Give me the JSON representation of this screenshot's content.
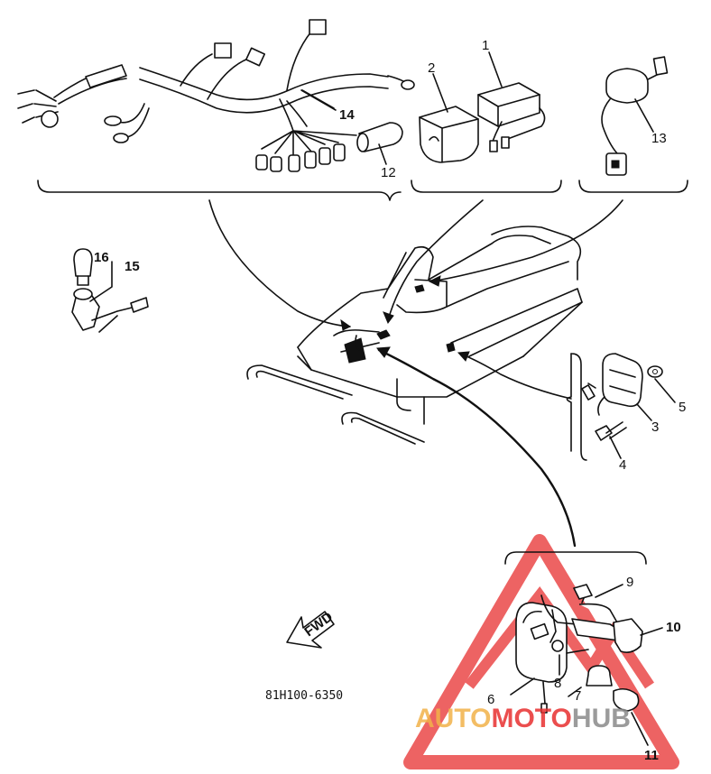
{
  "diagram": {
    "drawing_code": "81H100-6350",
    "direction_label": "FWD",
    "parts": [
      {
        "num": "1"
      },
      {
        "num": "2"
      },
      {
        "num": "3"
      },
      {
        "num": "4"
      },
      {
        "num": "5"
      },
      {
        "num": "6"
      },
      {
        "num": "7"
      },
      {
        "num": "8"
      },
      {
        "num": "9"
      },
      {
        "num": "10"
      },
      {
        "num": "11"
      },
      {
        "num": "12"
      },
      {
        "num": "13"
      },
      {
        "num": "14"
      },
      {
        "num": "15"
      },
      {
        "num": "16"
      }
    ]
  },
  "watermark": {
    "part1": "AUTO",
    "part2": "MOTO",
    "part3": "HUB",
    "color_red": "#e83030",
    "color_orange": "#f2b24a",
    "color_gray": "#8a8a8a"
  }
}
